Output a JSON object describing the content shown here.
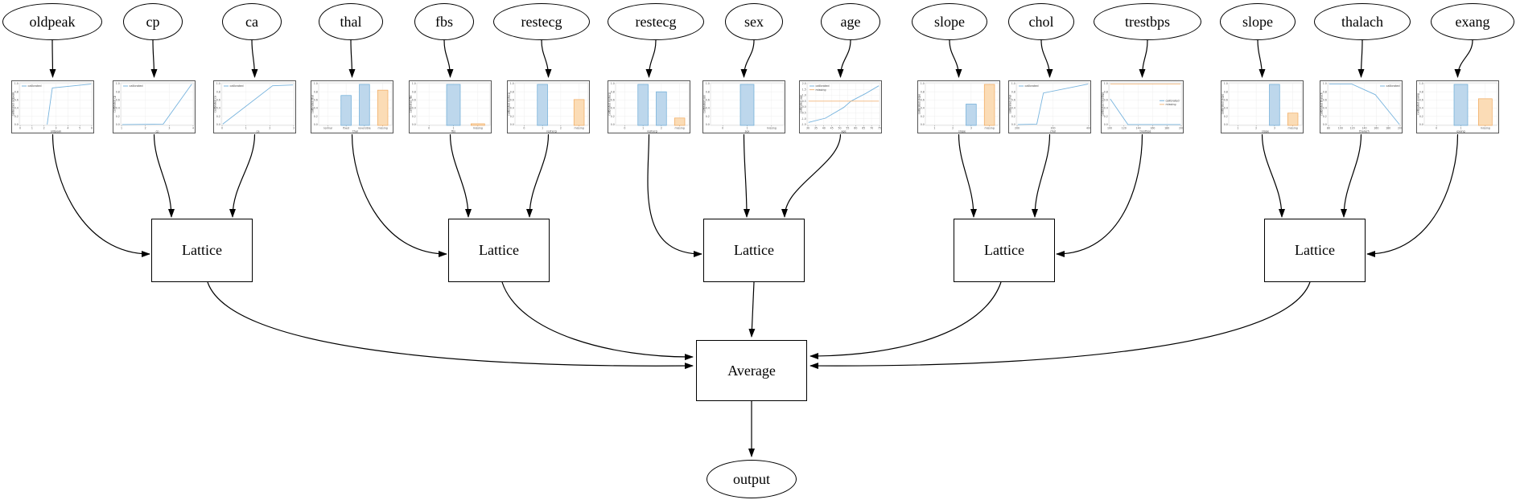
{
  "diagram": {
    "lattice_label": "Lattice",
    "average_label": "Average",
    "output_label": "output",
    "yticks_default": [
      "1.0",
      "0.8",
      "0.6",
      "0.4",
      "0.2",
      "0.0"
    ],
    "colors": {
      "edge": "#000000",
      "line_blue": "#78b4de",
      "line_orange": "#f4b87c",
      "bar_blue_fill": "#bdd7ec",
      "bar_blue_edge": "#6aaad6",
      "bar_orange_fill": "#fbdcb6",
      "bar_orange_edge": "#f0a95e",
      "chart_frame": "#555555",
      "plot_border": "#cccccc",
      "grid": "#ebebeb",
      "tick_text": "#555555"
    },
    "features": [
      {
        "label": "oldpeak",
        "chart": {
          "type": "line",
          "ylabel": "calibrated oldpeak",
          "x_ticks": [
            "0",
            "1",
            "2",
            "3",
            "4",
            "5",
            "6"
          ],
          "legend_pos": "tl",
          "series": [
            {
              "name": "calibrated",
              "color": "blue",
              "points": [
                [
                  0.38,
                  0.02
                ],
                [
                  0.45,
                  0.88
                ],
                [
                  0.98,
                  0.97
                ]
              ]
            }
          ]
        }
      },
      {
        "label": "cp",
        "chart": {
          "type": "line",
          "ylabel": "calibrated cp",
          "x_ticks": [
            "1",
            "2",
            "3",
            "4"
          ],
          "legend_pos": "tl",
          "series": [
            {
              "name": "calibrated",
              "color": "blue",
              "points": [
                [
                  0.02,
                  0.02
                ],
                [
                  0.58,
                  0.03
                ],
                [
                  0.97,
                  0.97
                ]
              ]
            }
          ]
        }
      },
      {
        "label": "ca",
        "chart": {
          "type": "line",
          "ylabel": "calibrated ca",
          "x_ticks": [
            "0",
            "1",
            "2",
            "3"
          ],
          "legend_pos": "tl",
          "series": [
            {
              "name": "calibrated",
              "color": "blue",
              "points": [
                [
                  0.02,
                  0.03
                ],
                [
                  0.7,
                  0.93
                ],
                [
                  0.98,
                  0.95
                ]
              ]
            }
          ]
        }
      },
      {
        "label": "thal",
        "chart": {
          "type": "bar",
          "ylabel": "calibrated thal",
          "categories": [
            "normal",
            "fixed",
            "reversible",
            "missing"
          ],
          "values": [
            0,
            0.73,
            1.0,
            0.86
          ],
          "bar_colors": [
            "blue",
            "blue",
            "blue",
            "orange"
          ]
        }
      },
      {
        "label": "fbs",
        "chart": {
          "type": "bar",
          "ylabel": "calibrated fbs",
          "categories": [
            "0",
            "1",
            "missing"
          ],
          "values": [
            0,
            1.0,
            0.04
          ],
          "bar_colors": [
            "blue",
            "blue",
            "orange"
          ]
        }
      },
      {
        "label": "restecg",
        "chart": {
          "type": "bar",
          "ylabel": "calibrated restecg",
          "categories": [
            "0",
            "1",
            "2",
            "missing"
          ],
          "values": [
            0,
            1.0,
            0,
            0.63
          ],
          "bar_colors": [
            "blue",
            "blue",
            "blue",
            "orange"
          ]
        }
      },
      {
        "label": "restecg",
        "chart": {
          "type": "bar",
          "ylabel": "calibrated restecg",
          "categories": [
            "0",
            "1",
            "2",
            "missing"
          ],
          "values": [
            0,
            1.0,
            0.82,
            0.18
          ],
          "bar_colors": [
            "blue",
            "blue",
            "blue",
            "orange"
          ]
        }
      },
      {
        "label": "sex",
        "chart": {
          "type": "bar",
          "ylabel": "calibrated sex",
          "categories": [
            "0",
            "1",
            "missing"
          ],
          "values": [
            0,
            1.0,
            0
          ],
          "bar_colors": [
            "blue",
            "blue",
            "orange"
          ]
        }
      },
      {
        "label": "age",
        "chart": {
          "type": "line",
          "ylabel": "calibrated age",
          "x_ticks": [
            "30",
            "35",
            "40",
            "45",
            "50",
            "55",
            "60",
            "65",
            "70",
            "75"
          ],
          "y_ticks": [
            "2.0",
            "1.5",
            "1.0",
            "0.5",
            "0.0",
            "-0.5",
            "-1.0",
            "-1.5"
          ],
          "legend_pos": "tl",
          "series": [
            {
              "name": "calibrated",
              "color": "blue",
              "points": [
                [
                  0.02,
                  0.07
                ],
                [
                  0.25,
                  0.17
                ],
                [
                  0.5,
                  0.42
                ],
                [
                  0.6,
                  0.57
                ],
                [
                  0.8,
                  0.75
                ],
                [
                  0.98,
                  0.93
                ]
              ]
            },
            {
              "name": "missing",
              "color": "orange",
              "points": [
                [
                  0.02,
                  0.57
                ],
                [
                  0.98,
                  0.57
                ]
              ]
            }
          ]
        }
      },
      {
        "label": "slope",
        "chart": {
          "type": "bar",
          "ylabel": "calibrated slope",
          "categories": [
            "1",
            "2",
            "3",
            "missing"
          ],
          "values": [
            0,
            0,
            0.52,
            1.0
          ],
          "bar_colors": [
            "blue",
            "blue",
            "blue",
            "orange"
          ]
        }
      },
      {
        "label": "chol",
        "chart": {
          "type": "line",
          "ylabel": "calibrated chol",
          "x_ticks": [
            "200",
            "300",
            "400"
          ],
          "legend_pos": "tl",
          "series": [
            {
              "name": "calibrated",
              "color": "blue",
              "points": [
                [
                  0.02,
                  0.02
                ],
                [
                  0.28,
                  0.03
                ],
                [
                  0.37,
                  0.76
                ],
                [
                  0.98,
                  0.97
                ]
              ]
            }
          ]
        }
      },
      {
        "label": "trestbps",
        "chart": {
          "type": "line",
          "ylabel": "calibrated trestbps",
          "x_ticks": [
            "100",
            "120",
            "140",
            "160",
            "180",
            "200"
          ],
          "legend_pos": "mr",
          "series": [
            {
              "name": "calibrated",
              "color": "blue",
              "points": [
                [
                  0.02,
                  0.62
                ],
                [
                  0.26,
                  0.02
                ],
                [
                  0.98,
                  0.02
                ]
              ]
            },
            {
              "name": "missing",
              "color": "orange",
              "points": [
                [
                  0.02,
                  0.97
                ],
                [
                  0.98,
                  0.97
                ]
              ]
            }
          ]
        }
      },
      {
        "label": "slope",
        "chart": {
          "type": "bar",
          "ylabel": "calibrated slope",
          "categories": [
            "1",
            "2",
            "3",
            "missing"
          ],
          "values": [
            0,
            0,
            1.0,
            0.3
          ],
          "bar_colors": [
            "blue",
            "blue",
            "blue",
            "orange"
          ]
        }
      },
      {
        "label": "thalach",
        "chart": {
          "type": "line",
          "ylabel": "calibrated thalach",
          "x_ticks": [
            "80",
            "100",
            "120",
            "140",
            "160",
            "180",
            "200"
          ],
          "legend_pos": "tr",
          "series": [
            {
              "name": "calibrated",
              "color": "blue",
              "points": [
                [
                  0.02,
                  0.97
                ],
                [
                  0.33,
                  0.97
                ],
                [
                  0.65,
                  0.72
                ],
                [
                  0.98,
                  0.02
                ]
              ]
            }
          ]
        }
      },
      {
        "label": "exang",
        "chart": {
          "type": "bar",
          "ylabel": "calibrated exang",
          "categories": [
            "0",
            "1",
            "missing"
          ],
          "values": [
            0,
            1.0,
            0.65
          ],
          "bar_colors": [
            "blue",
            "blue",
            "orange"
          ]
        }
      }
    ]
  }
}
